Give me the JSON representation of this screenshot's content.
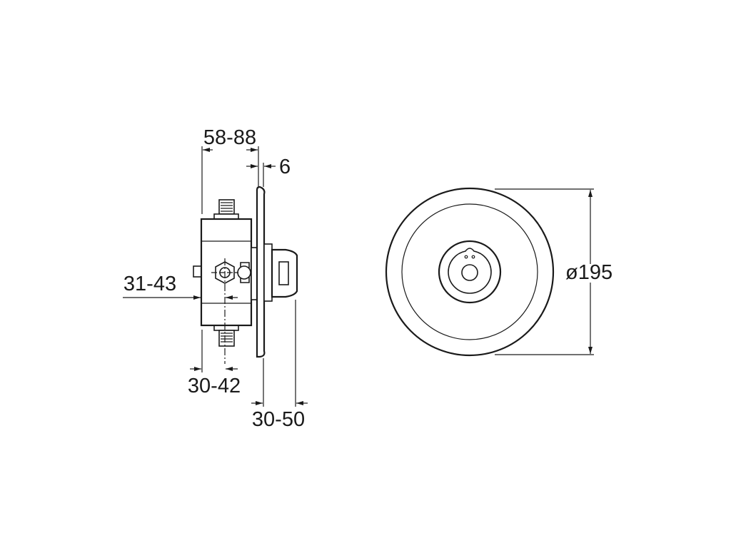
{
  "dimensions": {
    "body_depth": "58-88",
    "plate_thickness": "6",
    "inlet_offset": "31-43",
    "outlet_offset": "30-42",
    "knob_projection": "30-50",
    "plate_diameter": "ø195"
  },
  "colors": {
    "line": "#1a1a1a",
    "background": "#ffffff"
  }
}
